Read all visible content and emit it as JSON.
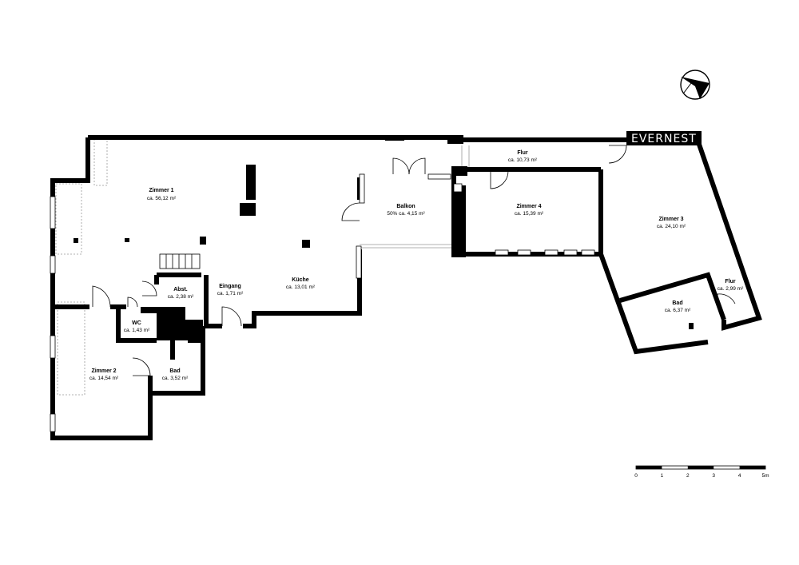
{
  "brand": "EVERNEST",
  "rooms": [
    {
      "id": "zimmer1",
      "name": "Zimmer 1",
      "area": "ca. 56,12 m²"
    },
    {
      "id": "flur1",
      "name": "Flur",
      "area": "ca. 10,73 m²"
    },
    {
      "id": "balkon",
      "name": "Balkon",
      "area": "50% ca. 4,15 m²"
    },
    {
      "id": "zimmer4",
      "name": "Zimmer 4",
      "area": "ca. 15,39 m²"
    },
    {
      "id": "zimmer3",
      "name": "Zimmer 3",
      "area": "ca. 24,10 m²"
    },
    {
      "id": "abst",
      "name": "Abst.",
      "area": "ca. 2,38 m²"
    },
    {
      "id": "eingang",
      "name": "Eingang",
      "area": "ca. 1,71 m²"
    },
    {
      "id": "kueche",
      "name": "Küche",
      "area": "ca. 13,01 m²"
    },
    {
      "id": "flur2",
      "name": "Flur",
      "area": "ca. 2,99 m²"
    },
    {
      "id": "bad2",
      "name": "Bad",
      "area": "ca. 6,37 m²"
    },
    {
      "id": "wc",
      "name": "WC",
      "area": "ca. 1,43 m²"
    },
    {
      "id": "zimmer2",
      "name": "Zimmer 2",
      "area": "ca. 14,54 m²"
    },
    {
      "id": "bad1",
      "name": "Bad",
      "area": "ca. 3,52 m²"
    }
  ],
  "scale_bar": {
    "ticks": [
      "0",
      "1",
      "2",
      "3",
      "4",
      "5m"
    ]
  },
  "compass": {
    "icon": "north-arrow-icon"
  }
}
